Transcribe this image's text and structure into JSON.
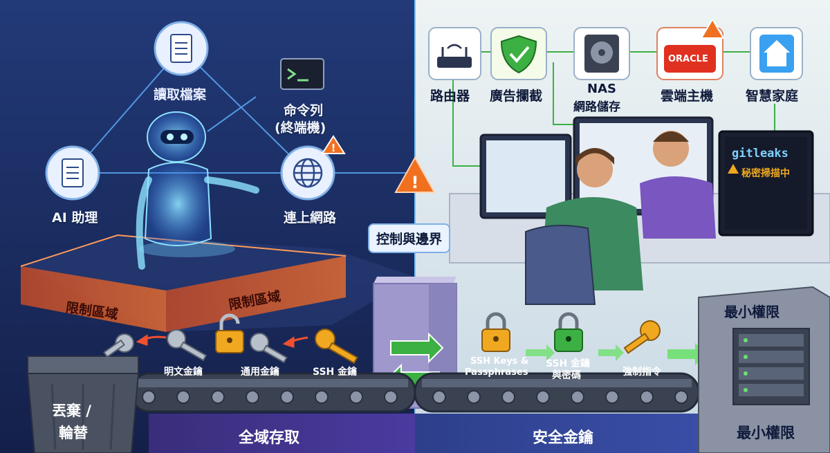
{
  "left": {
    "nodes": {
      "read_files": "讀取檔案",
      "command_line_1": "命令列",
      "command_line_2": "(終端機)",
      "ai_assistant": "AI 助理",
      "internet": "連上網路"
    },
    "restricted_zone": "限制區域",
    "keys": {
      "plaintext": "明文金鑰",
      "universal": "通用金鑰",
      "ssh": "SSH 金鑰"
    },
    "trash_1": "丟棄 /",
    "trash_2": "輪替",
    "bottom": "全域存取"
  },
  "center": {
    "label": "控制與邊界"
  },
  "right": {
    "devices": {
      "router": "路由器",
      "adblock": "廣告攔截",
      "nas_1": "NAS",
      "nas_2": "網路儲存",
      "cloud": "雲端主機",
      "smarthome": "智慧家庭",
      "oracle": "ORACLE"
    },
    "monitor": {
      "brand": "gitleaks",
      "scan": "秘密掃描中"
    },
    "keys": {
      "ssh_keys_1": "SSH Keys &",
      "ssh_keys_2": "Passphrases",
      "ssh_pass_1": "SSH 金鑰",
      "ssh_pass_2": "與密碼",
      "forced": "強制指令"
    },
    "least_priv_top": "最小權限",
    "least_priv_bottom": "最小權限",
    "bottom": "安全金鑰"
  },
  "colors": {
    "left_bg": "#1b2a5c",
    "right_bg": "#dfeaf0",
    "warning": "#f07020",
    "accent_blue": "#3aa0f0",
    "green": "#3cb043",
    "orange": "#f08030",
    "gold": "#f0a820"
  },
  "icons": [
    "document-icon",
    "terminal-icon",
    "globe-icon",
    "robot-icon",
    "warning-icon",
    "router-icon",
    "shield-icon",
    "hard-drive-icon",
    "cloud-server-icon",
    "smart-home-icon",
    "padlock-icon",
    "key-icon",
    "trash-icon",
    "server-rack-icon",
    "arrows-exchange-icon"
  ]
}
